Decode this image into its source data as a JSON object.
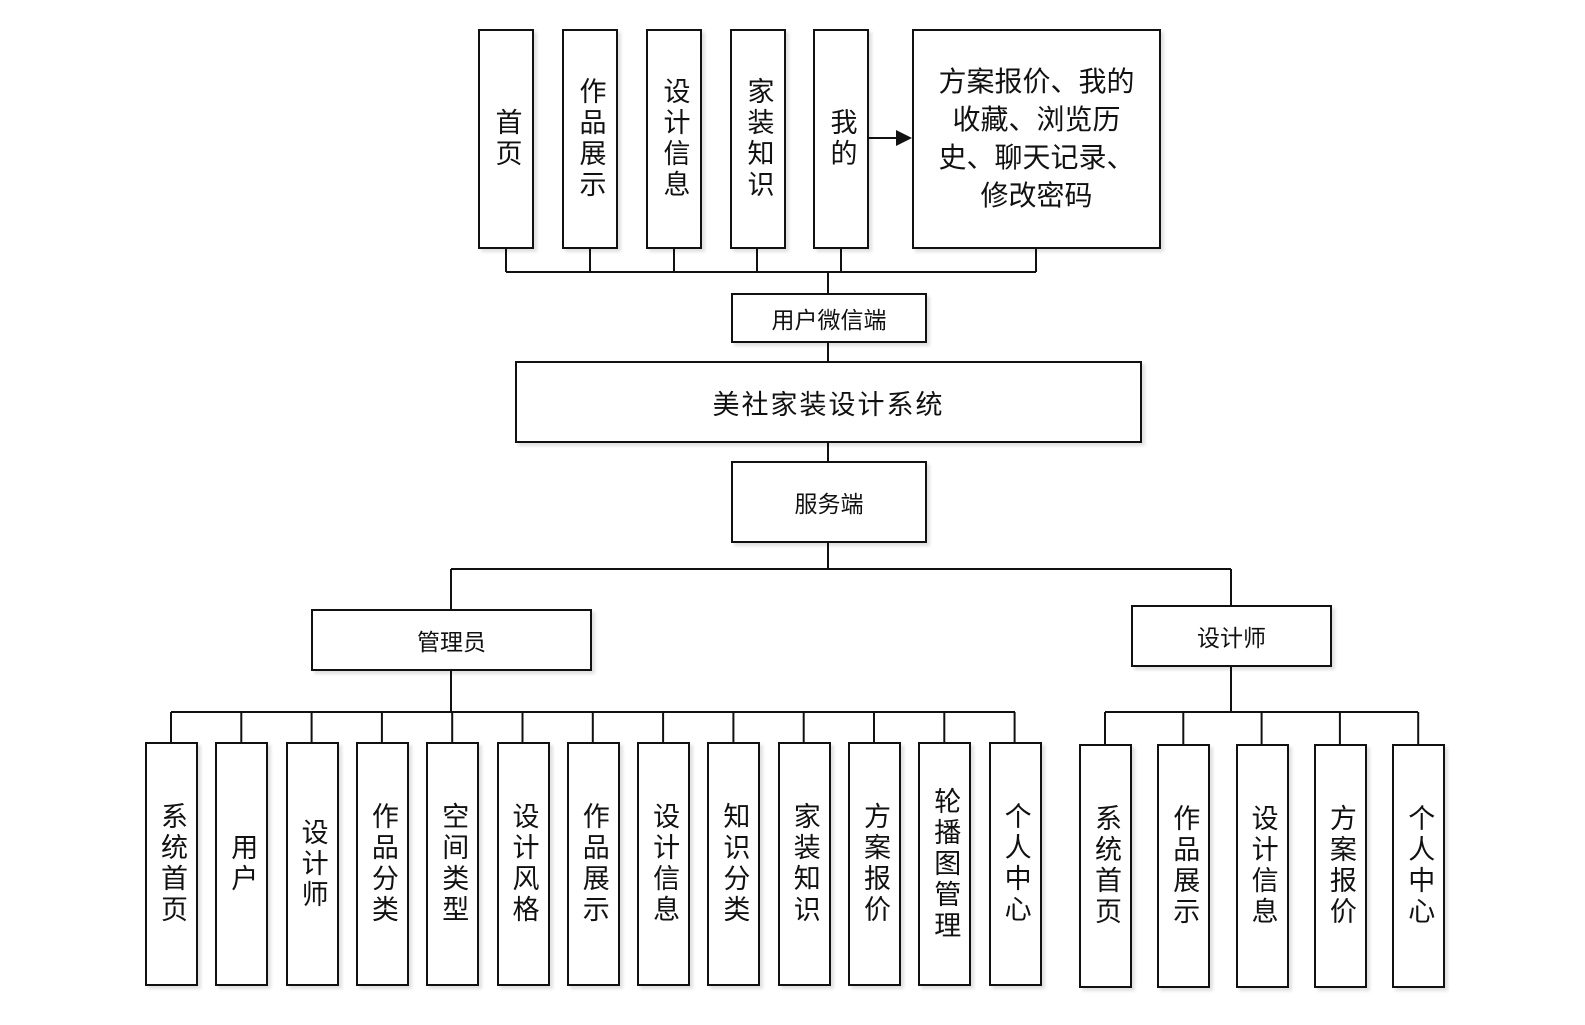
{
  "user_side": {
    "label": "用户微信端",
    "items": [
      "首页",
      "作品展示",
      "设计信息",
      "家装知识",
      "我的"
    ],
    "my_details": "方案报价、我的收藏、浏览历史、聊天记录、修改密码"
  },
  "system": {
    "label": "美社家装设计系统"
  },
  "server_side": {
    "label": "服务端"
  },
  "admin": {
    "label": "管理员",
    "items": [
      "系统首页",
      "用户",
      "设计师",
      "作品分类",
      "空间类型",
      "设计风格",
      "作品展示",
      "设计信息",
      "知识分类",
      "家装知识",
      "方案报价",
      "轮播图管理",
      "个人中心"
    ]
  },
  "designer": {
    "label": "设计师",
    "items": [
      "系统首页",
      "作品展示",
      "设计信息",
      "方案报价",
      "个人中心"
    ]
  }
}
